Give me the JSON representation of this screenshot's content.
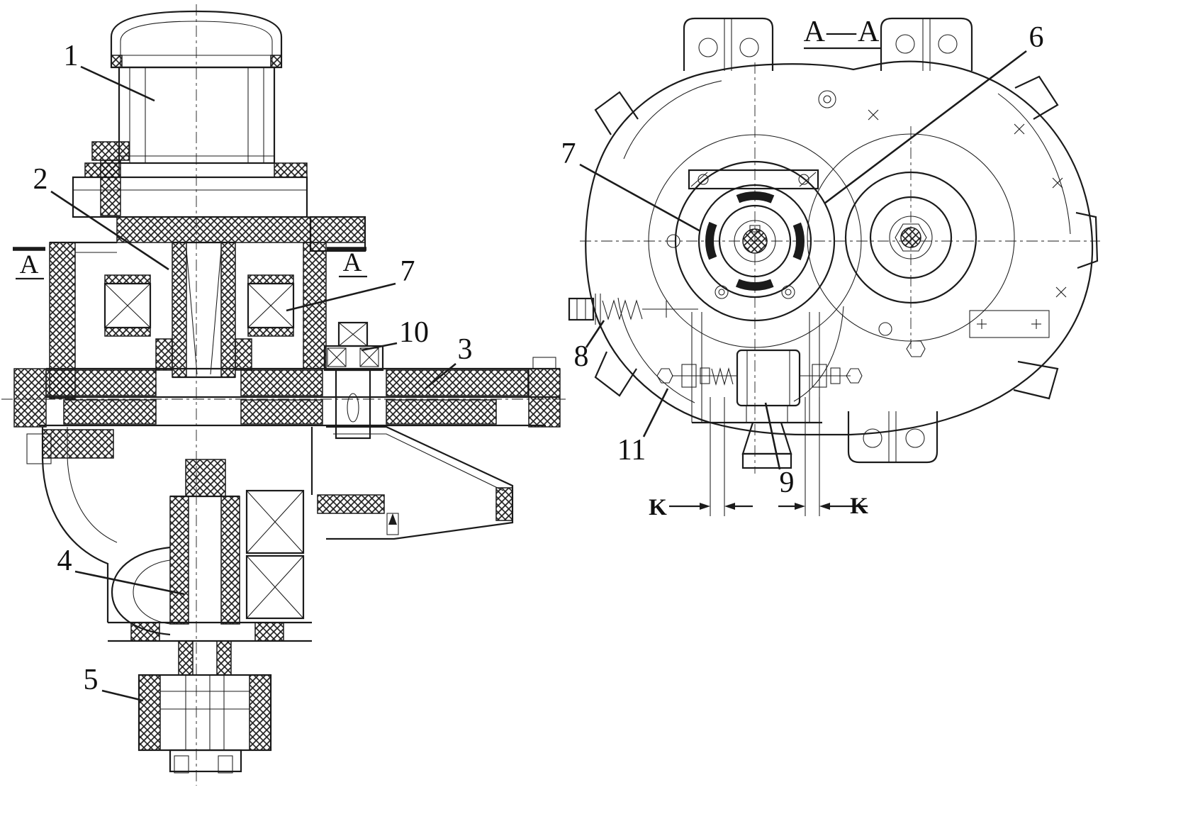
{
  "page": {
    "background_color": "#ffffff",
    "line_color": "#1b1b1b"
  },
  "left_view": {
    "section_marker_left": "A",
    "section_marker_right": "A",
    "callouts": {
      "c1": "1",
      "c2": "2",
      "c3": "3",
      "c4": "4",
      "c5": "5",
      "c7": "7",
      "c10": "10"
    }
  },
  "right_view": {
    "title": "A—A",
    "callouts": {
      "c6": "6",
      "c7": "7",
      "c8": "8",
      "c9": "9",
      "c11": "11"
    },
    "dim_left": "K",
    "dim_right": "K"
  }
}
